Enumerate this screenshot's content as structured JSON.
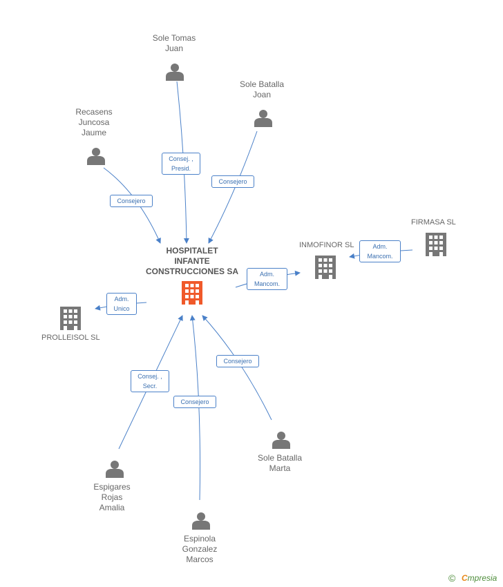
{
  "center": {
    "lines": [
      "HOSPITALET",
      "INFANTE",
      "CONSTRUCCIONES SA"
    ],
    "color": "#f0592a"
  },
  "persons": [
    {
      "id": "sole-tomas-juan",
      "lines": [
        "Sole Tomas",
        "Juan"
      ]
    },
    {
      "id": "sole-batalla-joan",
      "lines": [
        "Sole Batalla",
        "Joan"
      ]
    },
    {
      "id": "recasens-juncosa-jaume",
      "lines": [
        "Recasens",
        "Juncosa",
        "Jaume"
      ]
    },
    {
      "id": "espigares-rojas-amalia",
      "lines": [
        "Espigares",
        "Rojas",
        "Amalia"
      ]
    },
    {
      "id": "espinola-gonzalez-marcos",
      "lines": [
        "Espinola",
        "Gonzalez",
        "Marcos"
      ]
    },
    {
      "id": "sole-batalla-marta",
      "lines": [
        "Sole Batalla",
        "Marta"
      ]
    }
  ],
  "companies": [
    {
      "id": "inmofinor",
      "name": "INMOFINOR SL"
    },
    {
      "id": "firmasa",
      "name": "FIRMASA  SL"
    },
    {
      "id": "prolleisol",
      "name": "PROLLEISOL SL"
    }
  ],
  "edge_labels": [
    {
      "id": "consej-presid",
      "lines": [
        "Consej. ,",
        "Presid."
      ]
    },
    {
      "id": "consejero-joan",
      "lines": [
        "Consejero"
      ]
    },
    {
      "id": "consejero-jaume",
      "lines": [
        "Consejero"
      ]
    },
    {
      "id": "adm-mancom-inmofinor",
      "lines": [
        "Adm.",
        "Mancom."
      ]
    },
    {
      "id": "adm-mancom-firmasa",
      "lines": [
        "Adm.",
        "Mancom."
      ]
    },
    {
      "id": "adm-unico",
      "lines": [
        "Adm.",
        "Unico"
      ]
    },
    {
      "id": "consej-secr",
      "lines": [
        "Consej. ,",
        "Secr."
      ]
    },
    {
      "id": "consejero-marcos",
      "lines": [
        "Consejero"
      ]
    },
    {
      "id": "consejero-marta",
      "lines": [
        "Consejero"
      ]
    }
  ],
  "footer": {
    "copyright_symbol": "©",
    "brand_initial": "C",
    "brand_rest": "mpresia"
  },
  "colors": {
    "edge": "#4a80c8",
    "node_gray": "#777777",
    "label_text": "#3a6fb0"
  }
}
